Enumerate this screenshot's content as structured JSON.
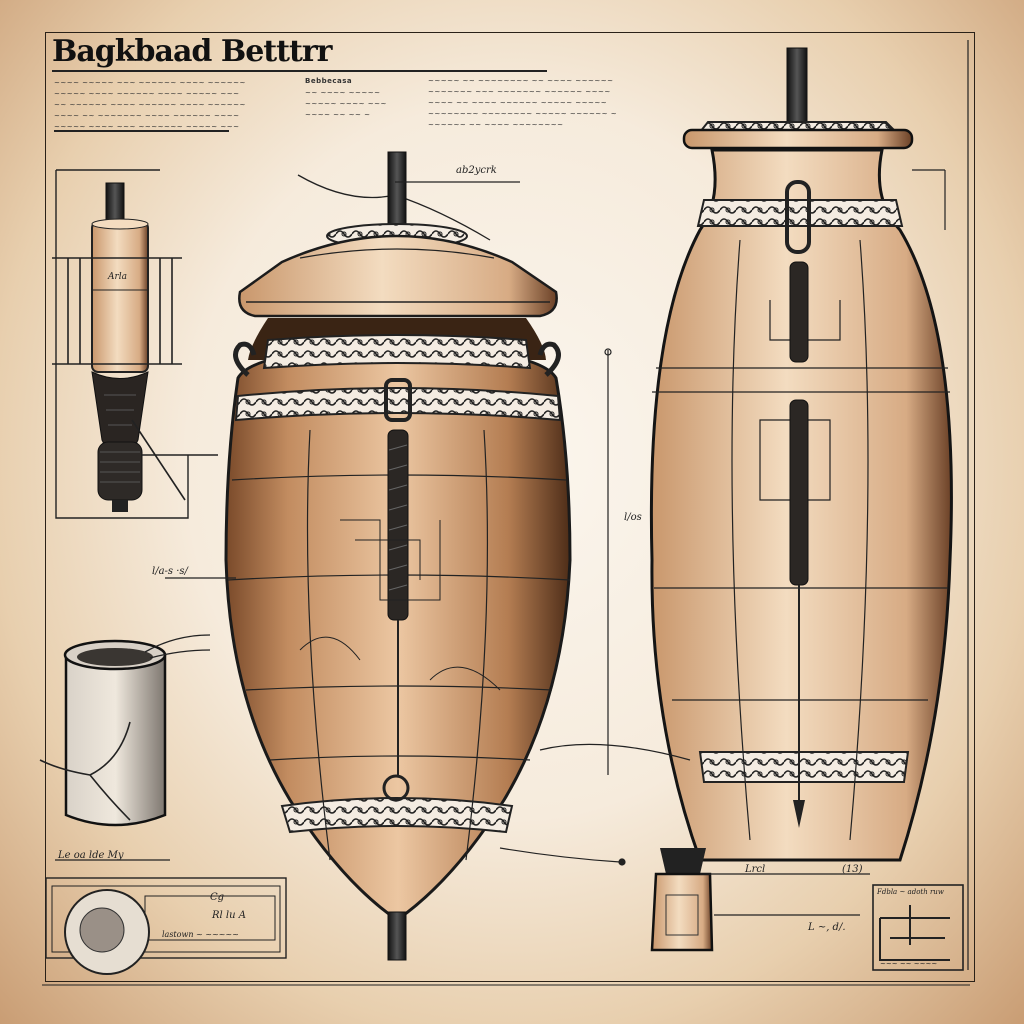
{
  "diagram": {
    "title": "Bagkbaad Betttrr",
    "theme": "aged parchment technical sketch of ancient clay-jar battery",
    "colors": {
      "parchment_light": "#fbf6ee",
      "parchment_edge": "#c99d74",
      "clay": "#e2b48c",
      "clay_shadow": "#8a5a36",
      "ink": "#1f1a14",
      "metal": "#2b2a28"
    },
    "text_blocks": {
      "intro_paragraph": "~~~~ ~~~~~ ~~~ ~~~~~~ ~~~~ ~~~~~~\n~~~~~ ~~~~ ~~~~~~ ~~~~ ~~~~~ ~~~\n~~ ~~~~~~ ~~~~ ~~~~~~ ~~~~ ~~~~~~\n~~~~ ~~ ~~~~~~~ ~~~~ ~~~~~~ ~~~~\n~~~~~ ~~~~ ~~~ ~~~~~~~ ~~~~~ ~~~",
      "side_note_heading": "Bebbecasa",
      "side_note": "~~ ~~~~ ~~~~~\n~~~~~ ~~~~ ~~~\n~~~~ ~~ ~~ ~",
      "right_paragraph": "~~~~~ ~~ ~~~~~~~~ ~~ ~~~~ ~~~~~~\n~~~~~~~ ~~~ ~~~~~~~ ~~~~~~ ~~~~\n~~~~ ~~ ~~~~ ~~~~~~ ~~~~~ ~~~~~\n~~~~~~~~ ~~~~~~~~ ~~~~~ ~~~~~~ ~\n~~~~~~ ~~ ~~~~ ~~~~~~~~"
    },
    "callouts": [
      {
        "id": "lid-label",
        "text": "ab2ycrk"
      },
      {
        "id": "left-scale-label",
        "text": "l/a-s ·s/"
      },
      {
        "id": "center-mark",
        "text": "l/os"
      },
      {
        "id": "bottom-left-caption",
        "text": "Le oa lde My"
      },
      {
        "id": "cell-inset-tag-1",
        "text": "Cg"
      },
      {
        "id": "cell-inset-tag-2",
        "text": "Rl lu A"
      },
      {
        "id": "cell-inset-caption",
        "text": "lastown ~ ~~~~~"
      },
      {
        "id": "tall-jar-base-left",
        "text": "Lrcl"
      },
      {
        "id": "tall-jar-base-right",
        "text": "(13)"
      },
      {
        "id": "small-jar-label",
        "text": "L ~, d/."
      },
      {
        "id": "inner-cylinder-label",
        "text": "Arla"
      },
      {
        "id": "schematic-heading",
        "text": "Fdbla ~ adoth ruw"
      },
      {
        "id": "schematic-caption",
        "text": "~~~ ~~ ~~~~"
      }
    ],
    "components": [
      {
        "name": "inner copper cylinder with iron rod",
        "position": "top-left inset"
      },
      {
        "name": "large lidded clay jar",
        "position": "center"
      },
      {
        "name": "tall clay amphora with rod",
        "position": "right"
      },
      {
        "name": "porous cylindrical cup",
        "position": "left middle"
      },
      {
        "name": "circular cell cross-section",
        "position": "bottom-left inset"
      },
      {
        "name": "small jar with stopper",
        "position": "bottom center-right"
      },
      {
        "name": "wiring schematic box",
        "position": "bottom-right inset"
      }
    ]
  }
}
